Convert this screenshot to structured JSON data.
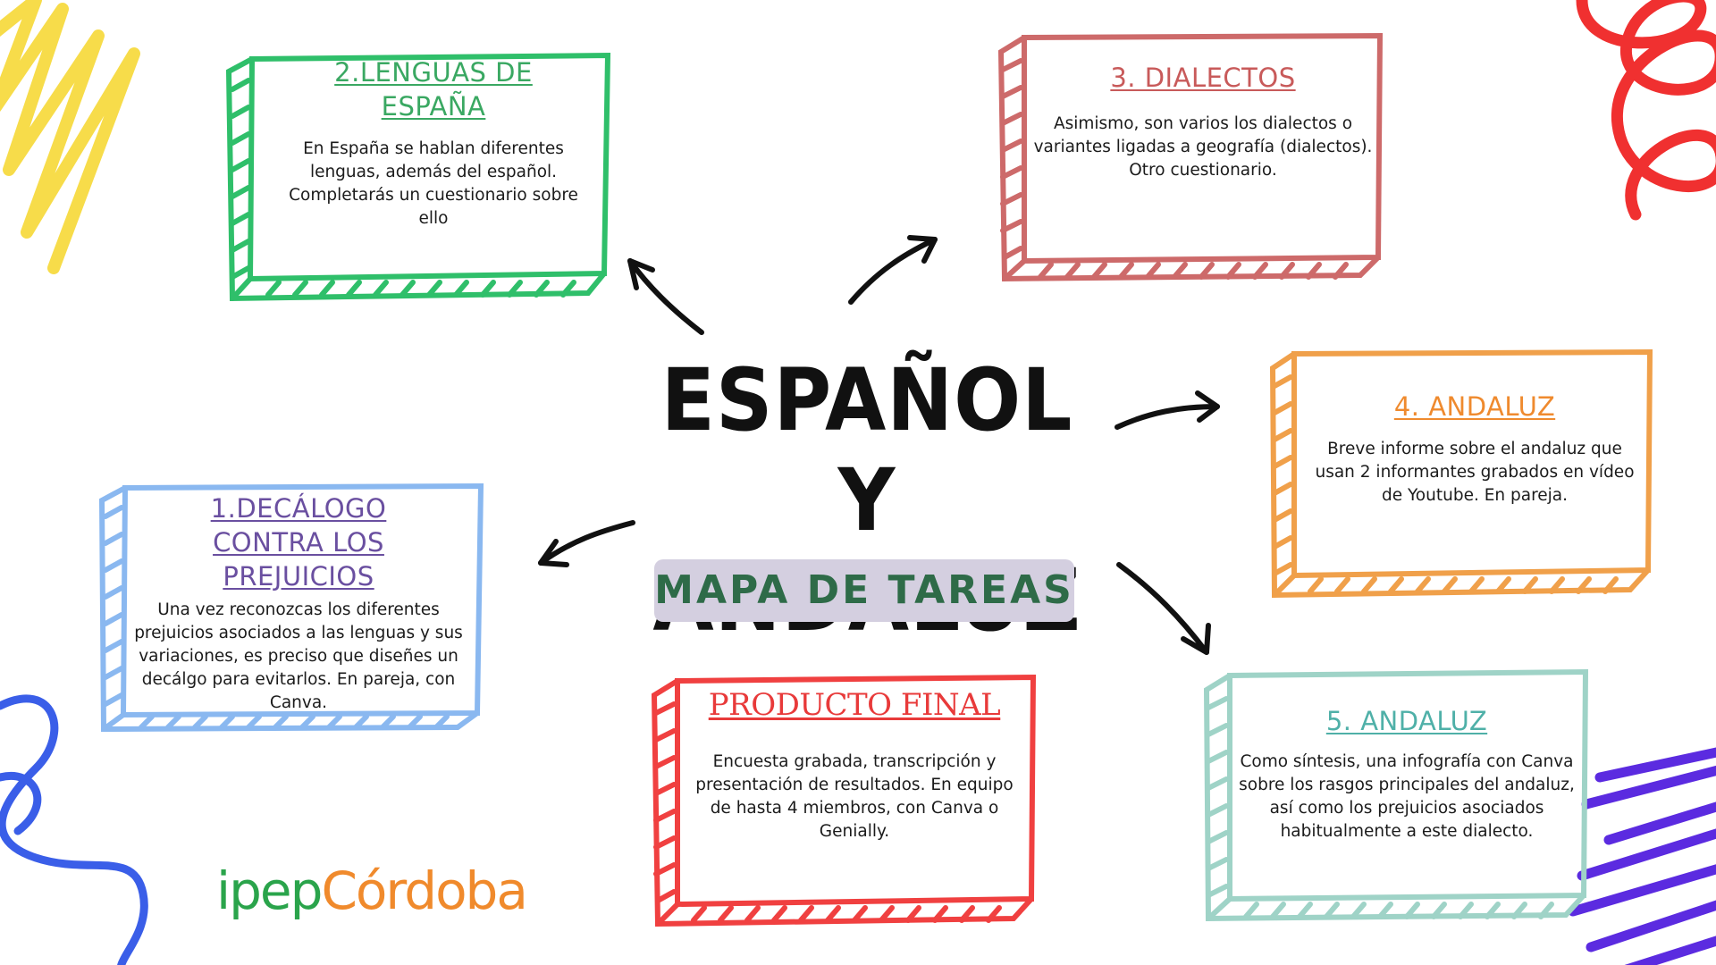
{
  "main_title": {
    "line1": "ESPAÑOL Y",
    "line2": "ANDALUZ"
  },
  "subtitle": "MAPA DE TAREAS",
  "logo": {
    "part1": "ipep",
    "part2": "Córdoba"
  },
  "boxes": [
    {
      "title": "1.DECÁLOGO CONTRA LOS PREJUICIOS",
      "text": "Una vez reconozcas los diferentes prejuicios asociados a las lenguas y sus variaciones, es preciso que diseñes un decálgo para evitarlos. En pareja, con Canva.",
      "color": "#8ab8f0",
      "title_color": "#6a4fa0"
    },
    {
      "title": "2.LENGUAS DE ESPAÑA",
      "text": "En España se hablan diferentes lenguas, además del español.  Completarás un cuestionario sobre ello",
      "color": "#2fbf6a",
      "title_color": "#3aa862"
    },
    {
      "title": "3. DIALECTOS",
      "text": "Asimismo, son varios los dialectos o variantes ligadas a geografía (dialectos). Otro cuestionario.",
      "color": "#cd6a6a",
      "title_color": "#c85a5a"
    },
    {
      "title": "4. ANDALUZ",
      "text": "Breve informe sobre el andaluz que usan 2 informantes grabados en vídeo de Youtube. En pareja.",
      "color": "#f0a04a",
      "title_color": "#ef8a2e"
    },
    {
      "title": "5. ANDALUZ",
      "text": "Como síntesis, una infografía con Canva sobre los rasgos principales del andaluz, así como los prejuicios asociados habitualmente a este dialecto.",
      "color": "#9fd3c7",
      "title_color": "#4fb0a8"
    },
    {
      "title": "PRODUCTO FINAL",
      "text": "Encuesta grabada, transcripción y presentación de resultados. En equipo de hasta 4 miembros, con Canva o Genially.",
      "color": "#f04040",
      "title_color": "#e83a3a"
    }
  ]
}
